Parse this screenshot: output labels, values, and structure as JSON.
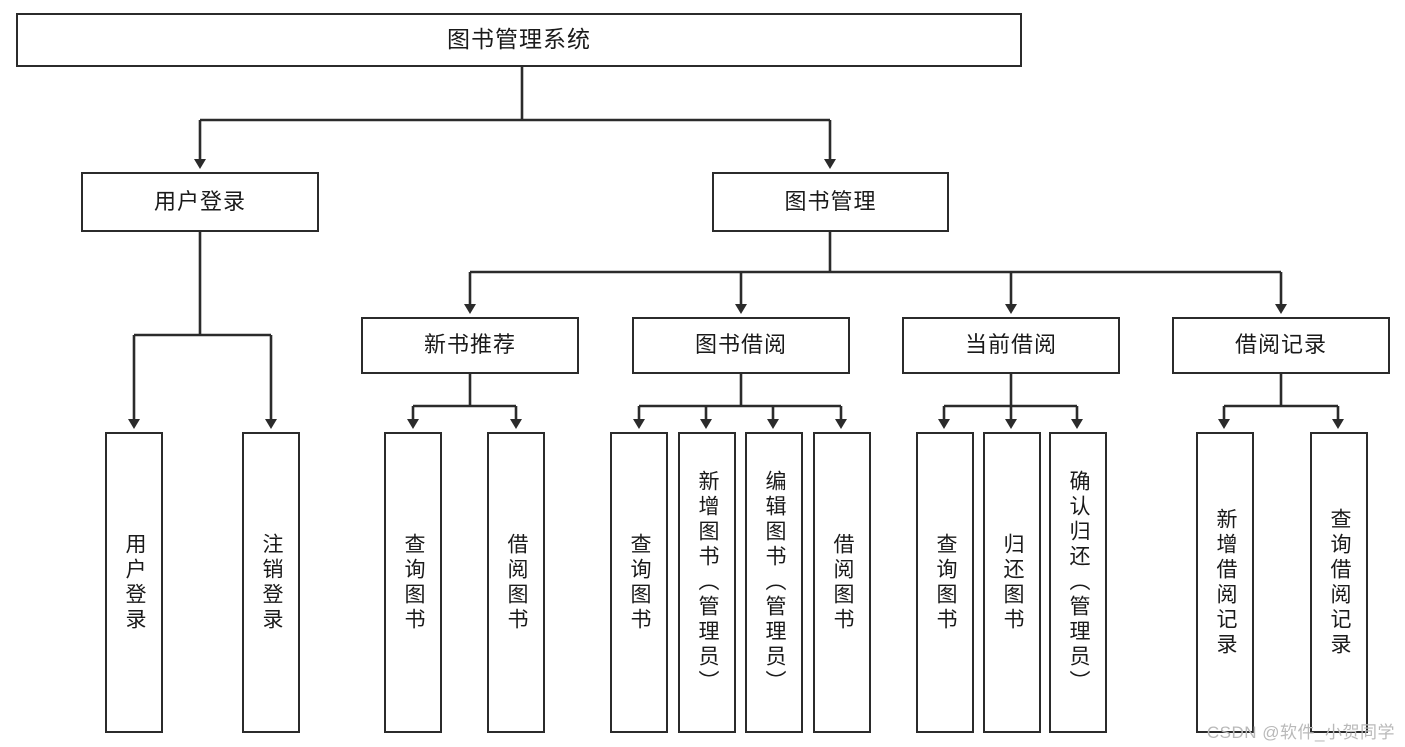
{
  "diagram": {
    "title": "图书管理系统",
    "type": "tree-hierarchy-chart",
    "root": {
      "label": "图书管理系统"
    },
    "level2": [
      {
        "label": "用户登录"
      },
      {
        "label": "图书管理"
      }
    ],
    "level3": [
      {
        "label": "新书推荐"
      },
      {
        "label": "图书借阅"
      },
      {
        "label": "当前借阅"
      },
      {
        "label": "借阅记录"
      }
    ],
    "leaves": {
      "user_login": [
        {
          "label": "用户登录"
        },
        {
          "label": "注销登录"
        }
      ],
      "new_book_recommend": [
        {
          "label": "查询图书"
        },
        {
          "label": "借阅图书"
        }
      ],
      "book_borrow": [
        {
          "label": "查询图书"
        },
        {
          "label": "新增图书（管理员）"
        },
        {
          "label": "编辑图书（管理员）"
        },
        {
          "label": "借阅图书"
        }
      ],
      "current_borrow": [
        {
          "label": "查询图书"
        },
        {
          "label": "归还图书"
        },
        {
          "label": "确认归还（管理员）"
        }
      ],
      "borrow_record": [
        {
          "label": "新增借阅记录"
        },
        {
          "label": "查询借阅记录"
        }
      ]
    }
  },
  "watermark": {
    "text": "CSDN @软件_小贺同学"
  },
  "colors": {
    "stroke": "#2b2b2b",
    "background": "#ffffff",
    "text": "#1a1a1a",
    "watermark": "#b9b9b9"
  }
}
